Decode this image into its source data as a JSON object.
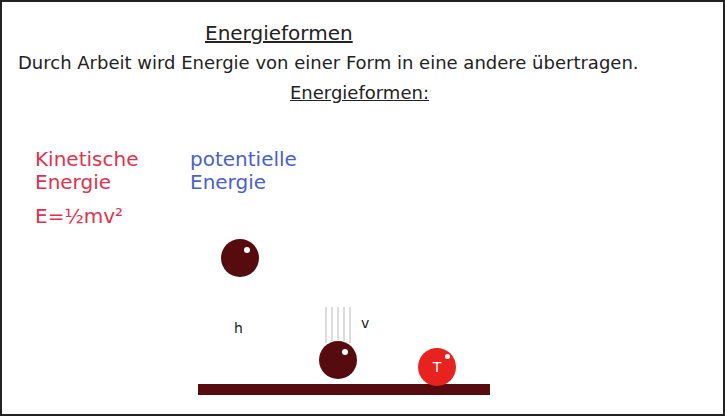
{
  "diagram": {
    "title": "Energieformen",
    "nodes": [
      {
        "text": [
          "T"
        ]
      }
    ],
    "labels": [
      "Durch Arbeit wird Energie von einer Form in eine andere übertragen.",
      "Energieformen:",
      "Kinetische Energie",
      "E=½mv²",
      "potentielle Energie",
      "h",
      "v"
    ]
  }
}
